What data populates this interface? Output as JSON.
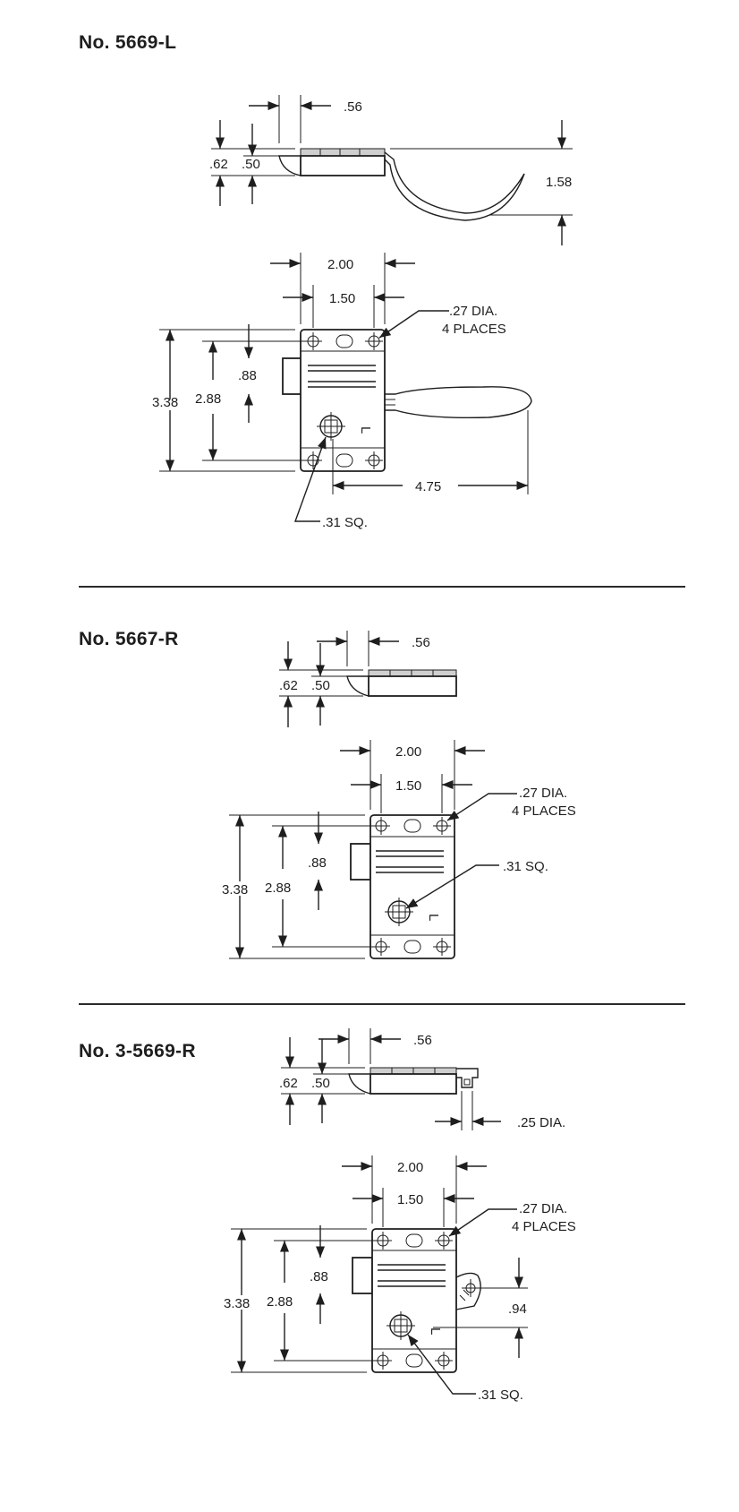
{
  "sections": [
    {
      "title": "No. 5669-L",
      "side_dims": {
        "width": ".56",
        "total_height": ".62",
        "height": ".50",
        "handle_drop": "1.58"
      },
      "plan_dims": {
        "outer_width": "2.00",
        "hole_spacing": "1.50",
        "holes": ".27 DIA.",
        "holes_count": "4 PLACES",
        "outer_height": "3.38",
        "hole_height": "2.88",
        "slot_offset": ".88",
        "handle_length": "4.75",
        "square": ".31 SQ."
      }
    },
    {
      "title": "No. 5667-R",
      "side_dims": {
        "width": ".56",
        "total_height": ".62",
        "height": ".50"
      },
      "plan_dims": {
        "outer_width": "2.00",
        "hole_spacing": "1.50",
        "holes": ".27 DIA.",
        "holes_count": "4 PLACES",
        "outer_height": "3.38",
        "hole_height": "2.88",
        "slot_offset": ".88",
        "square": ".31 SQ."
      }
    },
    {
      "title": "No. 3-5669-R",
      "side_dims": {
        "width": ".56",
        "total_height": ".62",
        "height": ".50",
        "pin": ".25 DIA."
      },
      "plan_dims": {
        "outer_width": "2.00",
        "hole_spacing": "1.50",
        "holes": ".27 DIA.",
        "holes_count": "4 PLACES",
        "outer_height": "3.38",
        "hole_height": "2.88",
        "slot_offset": ".88",
        "cam_offset": ".94",
        "square": ".31 SQ."
      }
    }
  ],
  "part_mark": "L"
}
